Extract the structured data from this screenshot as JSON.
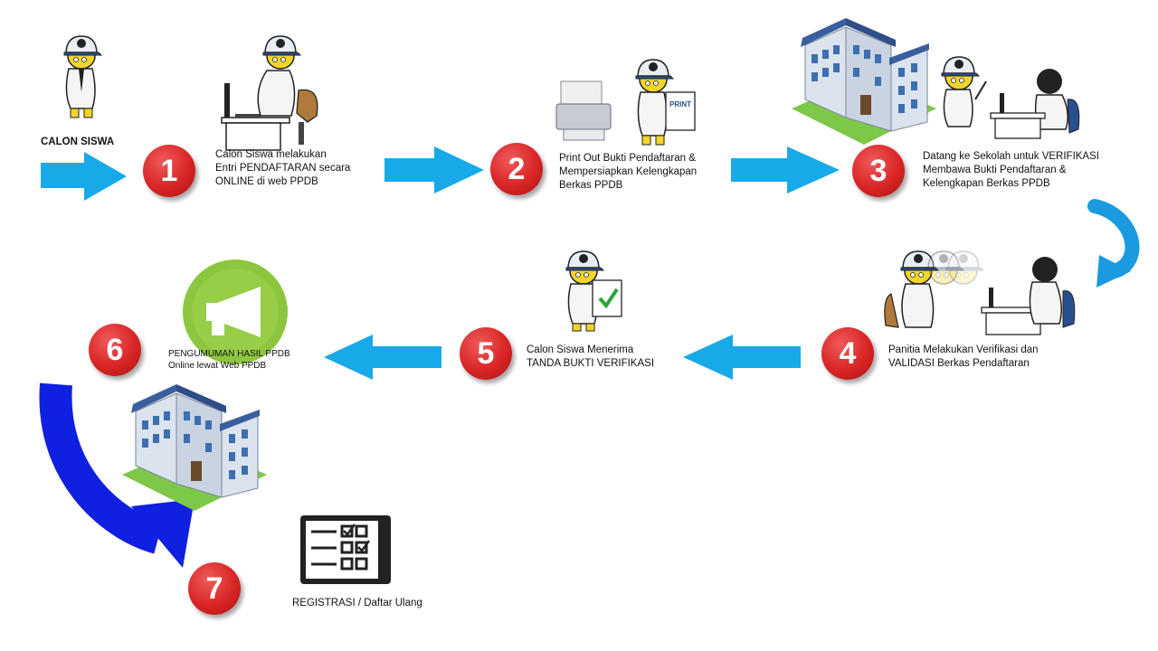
{
  "steps": [
    {
      "num": "1",
      "lines": [
        "Calon Siswa melakukan",
        "Entri PENDAFTARAN secara",
        "ONLINE di web PPDB"
      ]
    },
    {
      "num": "2",
      "lines": [
        "Print Out Bukti Pendaftaran &",
        "Mempersiapkan Kelengkapan",
        "Berkas PPDB"
      ]
    },
    {
      "num": "3",
      "lines": [
        "Datang ke Sekolah untuk VERIFIKASI",
        "Membawa Bukti Pendaftaran &",
        "Kelengkapan Berkas PPDB"
      ]
    },
    {
      "num": "4",
      "lines": [
        "Panitia Melakukan Verifikasi dan",
        "VALIDASI Berkas Pendaftaran"
      ]
    },
    {
      "num": "5",
      "lines": [
        "Calon Siswa Menerima",
        "TANDA BUKTI VERIFIKASI"
      ]
    },
    {
      "num": "6",
      "lines": [
        "PENGUMUMAN HASIL PPDB",
        "Online lewat Web PPDB"
      ]
    },
    {
      "num": "7",
      "lines": [
        "REGISTRASI / Daftar Ulang"
      ]
    }
  ],
  "start_label": "CALON SISWA",
  "print_label": "PRINT",
  "colors": {
    "arrow": "#18a9e8",
    "circle": "#d92525",
    "big_arrow": "#1020e0",
    "building_roof": "#3a5f9e",
    "grass": "#7ec848",
    "megaphone_bg": "#8cc63e"
  },
  "icons": [
    "student-icon",
    "computer-desk-icon",
    "printer-icon",
    "school-building-icon",
    "checklist-icon",
    "megaphone-icon"
  ]
}
